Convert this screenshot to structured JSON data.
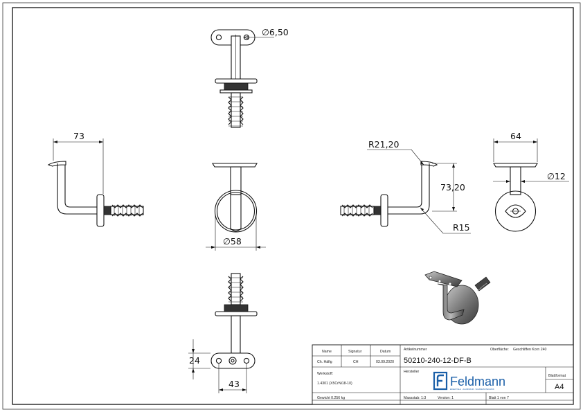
{
  "dimensions": {
    "pipe_dia": "∅6,50",
    "width_73": "73",
    "radius_r21": "R21,20",
    "height_73_20": "73,20",
    "radius_r15": "R15",
    "rosette_dia": "∅58",
    "plate_width": "64",
    "pipe_12": "∅12",
    "plate_height": "24",
    "plate_length": "43"
  },
  "title_block": {
    "name_label": "Name",
    "signature_label": "Signatur",
    "date_label": "Datum",
    "name_value": "Ch. Häfig",
    "signature_value": "CH",
    "date_value": "03.09.2020",
    "article_label": "Artikelnummer",
    "article_number": "50210-240-12-DF-B",
    "surface_label": "Oberfläche:",
    "surface_value": "Geschliffen Korn 240",
    "material_label": "Werkstoff:",
    "material_value": "1.4301 (X5CrNi18-10)",
    "manufacturer_label": "Hersteller",
    "brand": "Feldmann",
    "brand_tagline": "EDELSTAHL · ALUMINIUM · SCHWEISSTECHNIK",
    "format_label": "Blattformat",
    "format_value": "A4",
    "weight": "Gewicht 0.256 kg",
    "scale": "Massstab: 1:3",
    "version": "Version: 1",
    "sheet": "Blatt 1 von 7"
  },
  "colors": {
    "line": "#111111",
    "background": "#ffffff",
    "brand": "#1a5fa8"
  }
}
